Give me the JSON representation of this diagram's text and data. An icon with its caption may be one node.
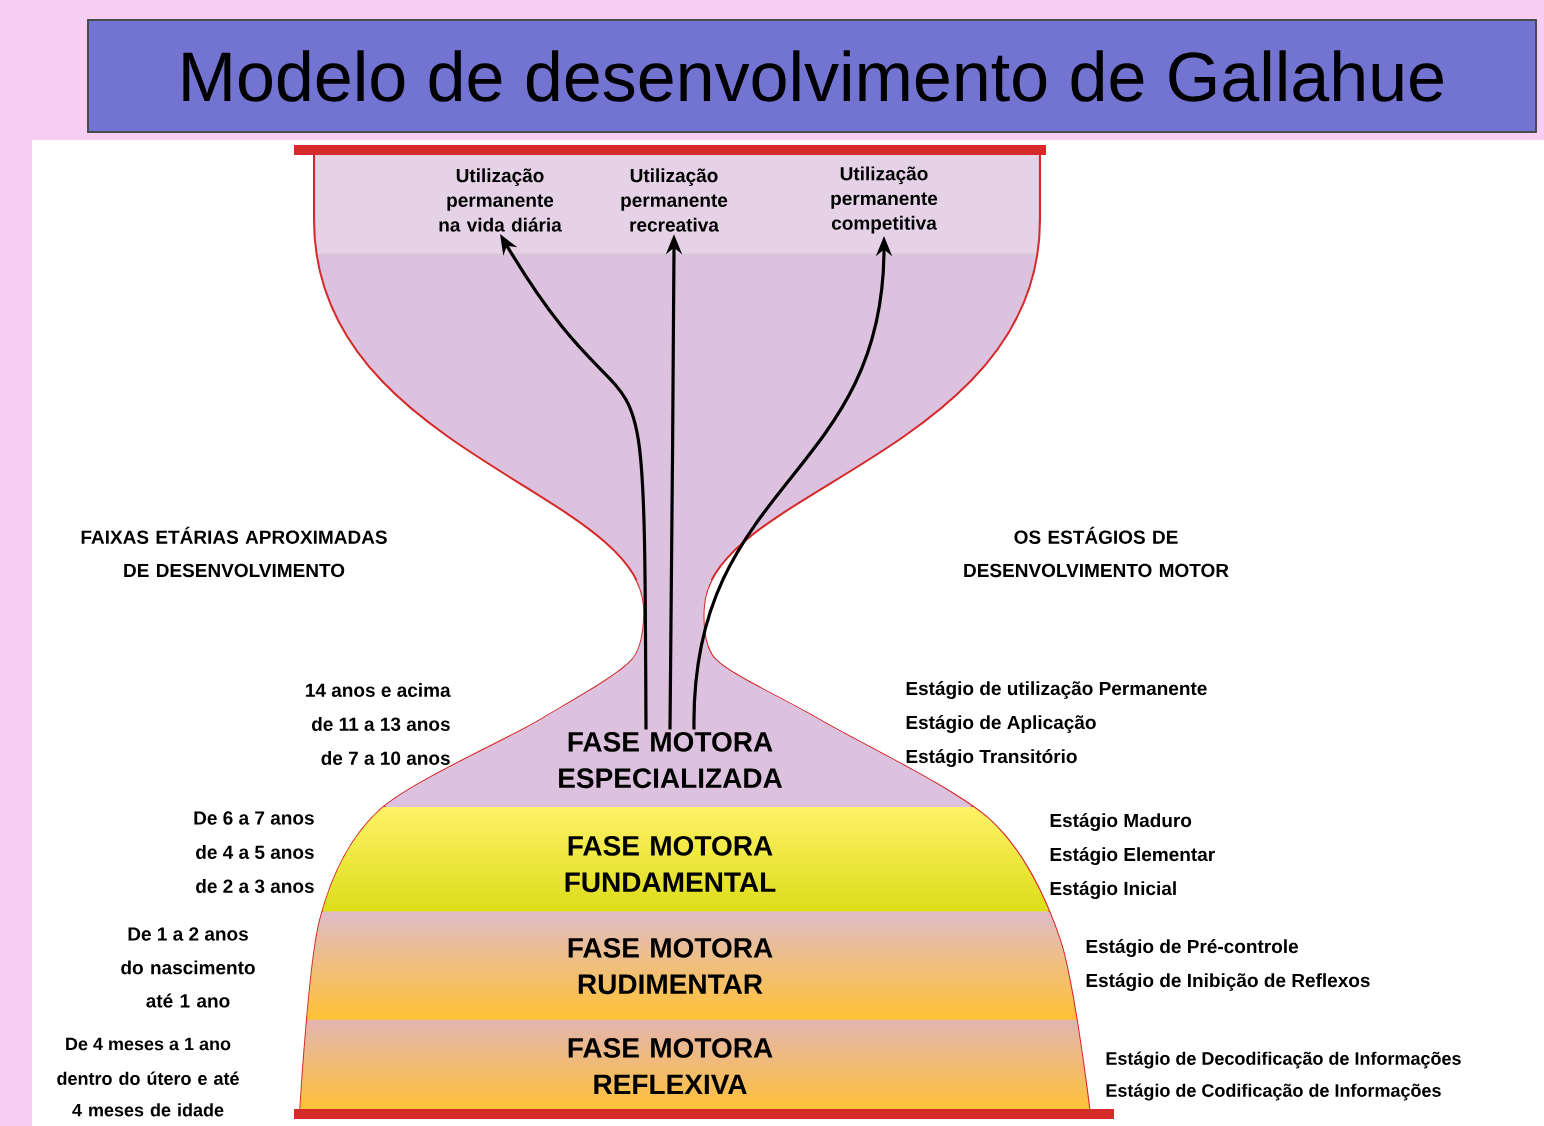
{
  "diagram": {
    "title": "Modelo de desenvolvimento de Gallahue",
    "nodes": [
      {
        "text": [
          "Utilização permanente na vida diária"
        ]
      },
      {
        "text": [
          "Utilização permanente recreativa"
        ]
      },
      {
        "text": [
          "Utilização permanente competitiva"
        ]
      },
      {
        "text": [
          "FASE MOTORA ESPECIALIZADA"
        ]
      },
      {
        "text": [
          "FASE MOTORA FUNDAMENTAL"
        ]
      },
      {
        "text": [
          "FASE MOTORA RUDIMENTAR"
        ]
      },
      {
        "text": [
          "FASE MOTORA REFLEXIVA"
        ]
      }
    ],
    "edges": [
      {
        "from": 3,
        "to": 0,
        "arrow": "to"
      },
      {
        "from": 3,
        "to": 1,
        "arrow": "to"
      },
      {
        "from": 3,
        "to": 2,
        "arrow": "to"
      }
    ],
    "labels": [
      "FAIXAS ETÁRIAS APROXIMADAS DE DESENVOLVIMENTO",
      "OS ESTÁGIOS DE DESENVOLVIMENTO MOTOR",
      "14 anos e acima",
      "de 11 a 13 anos",
      "de 7 a 10 anos",
      "Estágio de utilização Permanente",
      "Estágio de Aplicação",
      "Estágio Transitório",
      "De 6 a 7 anos",
      "de 4 a 5 anos",
      "de 2 a 3 anos",
      "Estágio Maduro",
      "Estágio Elementar",
      "Estágio Inicial",
      "De 1 a 2 anos",
      "do nascimento até 1 ano",
      "Estágio de Pré-controle",
      "Estágio de Inibição de Reflexos",
      "De 4 meses a 1 ano",
      "dentro do útero e até 4 meses de idade",
      "Estágio de Decodificação de Informações",
      "Estágio de Codificação de Informações"
    ]
  }
}
